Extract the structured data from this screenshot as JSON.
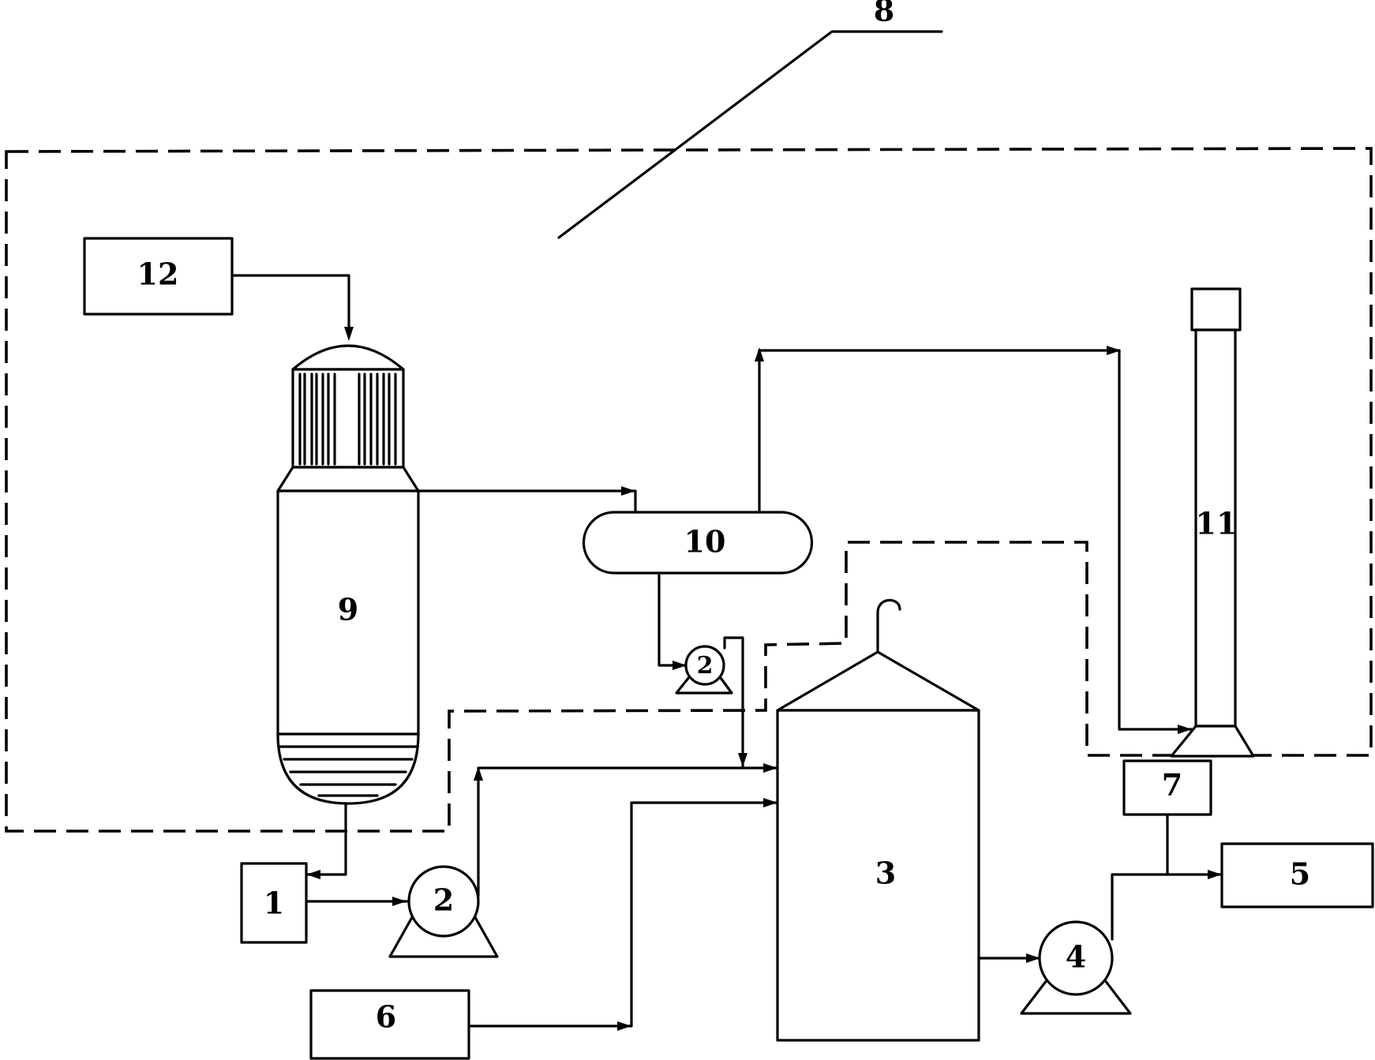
{
  "labels": {
    "l1": "1",
    "l2_main": "2",
    "l2_small": "2",
    "l3": "3",
    "l4": "4",
    "l5": "5",
    "l6": "6",
    "l7": "7",
    "l8": "8",
    "l9": "9",
    "l10": "10",
    "l11": "11",
    "l12": "12"
  }
}
